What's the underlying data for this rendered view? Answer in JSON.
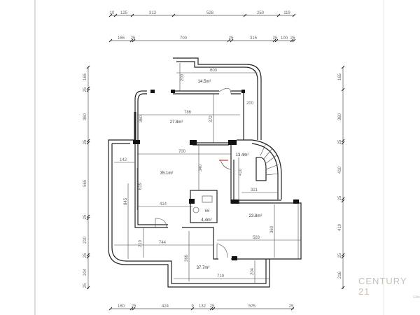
{
  "plan": {
    "top_dims_1": [
      "10",
      "125",
      "313",
      "528",
      "250",
      "119"
    ],
    "top_dims_2": [
      "165",
      "25",
      "700",
      "25",
      "315",
      "25",
      "100",
      "25"
    ],
    "bottom_dims": [
      "160",
      "25",
      "424",
      "9",
      "132",
      "25",
      "575",
      "25"
    ],
    "left_dims": [
      "165",
      "25",
      "360",
      "25",
      "565",
      "25",
      "210",
      "25",
      "204",
      "25"
    ],
    "right_dims": [
      "165",
      "360",
      "25",
      "410",
      "25",
      "410",
      "25",
      "216"
    ],
    "rooms": [
      "14.5m²",
      "27.8m²",
      "13.4m²",
      "35.1m²",
      "23.8m²",
      "4.4m²",
      "37.7m²"
    ],
    "inner_dims": [
      "600",
      "200",
      "200",
      "786",
      "372",
      "360",
      "700",
      "340",
      "142",
      "619",
      "845",
      "414",
      "410",
      "321",
      "66",
      "744",
      "210",
      "583",
      "360",
      "366",
      "719",
      "204"
    ]
  },
  "watermark": {
    "brand": "CENTURY 21",
    "sub": "Elite"
  },
  "colors": {
    "wall": "#222222",
    "dimension": "#555555",
    "window": "#8a8fd6",
    "door_swing": "#c0392b",
    "watermark": "#c9c2b4"
  }
}
